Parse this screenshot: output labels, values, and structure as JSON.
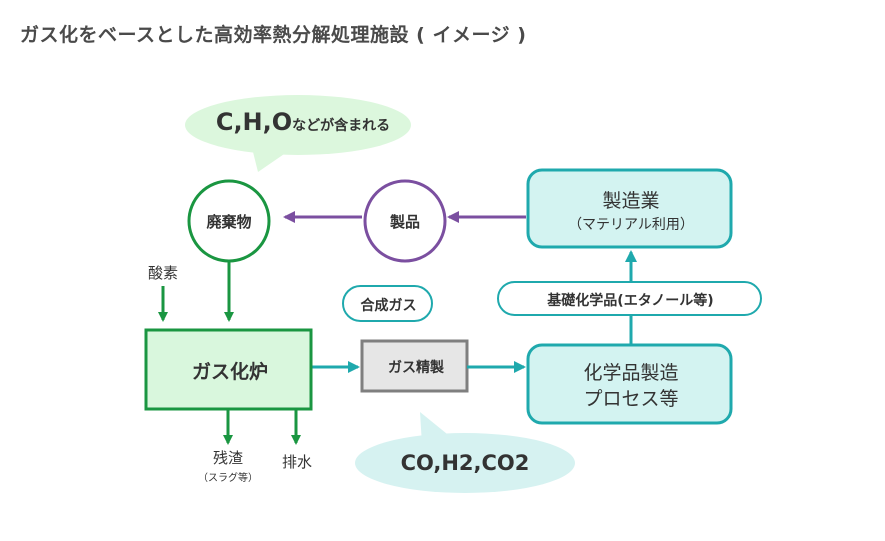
{
  "title": "ガス化をベースとした高効率熱分解処理施設 ( イメージ )",
  "colors": {
    "green": "#1a9641",
    "green_fill": "#d9f7dd",
    "purple": "#7b4fa0",
    "teal": "#1fa9ad",
    "teal_fill": "#d3f3f1",
    "gray_border": "#7f7f7f",
    "gray_fill": "#e6e6e6",
    "bubble_green": "#dcf7dd",
    "bubble_teal": "#d6f2f1"
  },
  "nodes": {
    "waste": "廃棄物",
    "product": "製品",
    "manufacturing_title": "製造業",
    "manufacturing_sub": "（マテリアル利用）",
    "basic_chemicals": "基礎化学品(エタノール等)",
    "gasifier": "ガス化炉",
    "gas_refining": "ガス精製",
    "chem_process_line1": "化学品製造",
    "chem_process_line2": "プロセス等",
    "syngas": "合成ガス"
  },
  "labels": {
    "oxygen": "酸素",
    "residue": "残渣",
    "residue_sub": "（スラグ等）",
    "wastewater": "排水"
  },
  "bubbles": {
    "elements_prefix": "C,H,O",
    "elements_suffix": "などが含まれる",
    "gases": "CO,H2,CO2"
  }
}
